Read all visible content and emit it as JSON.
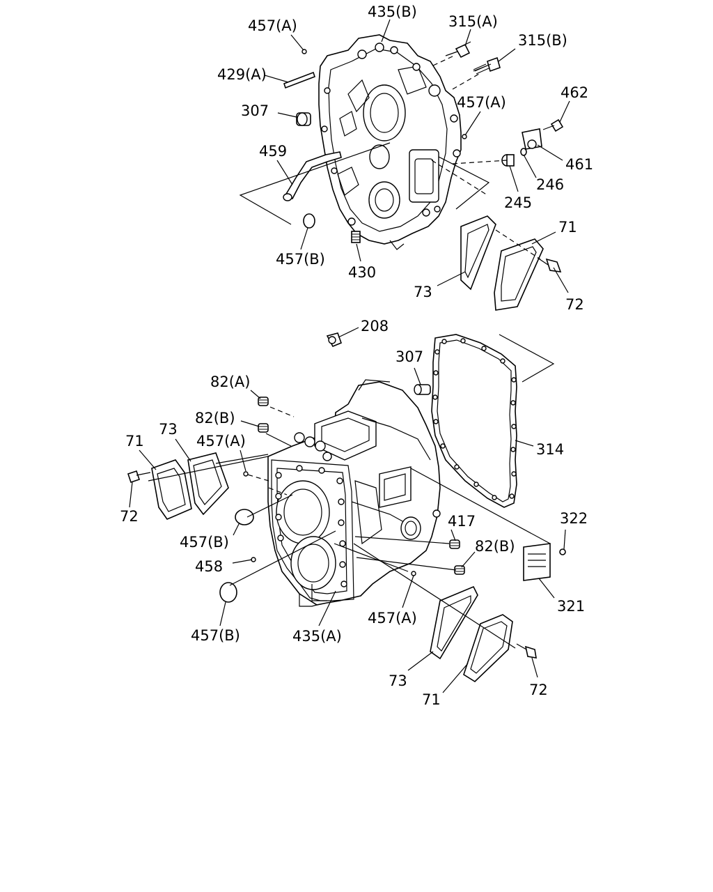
{
  "diagram": {
    "labels": {
      "l_457A_1": "457(A)",
      "l_435B": "435(B)",
      "l_315A": "315(A)",
      "l_315B": "315(B)",
      "l_429A": "429(A)",
      "l_307_1": "307",
      "l_457A_2": "457(A)",
      "l_462": "462",
      "l_461": "461",
      "l_459": "459",
      "l_246": "246",
      "l_245": "245",
      "l_71_1": "71",
      "l_457B_1": "457(B)",
      "l_430": "430",
      "l_73_1": "73",
      "l_72_1": "72",
      "l_208": "208",
      "l_307_2": "307",
      "l_82A": "82(A)",
      "l_82B_1": "82(B)",
      "l_71_2": "71",
      "l_73_2": "73",
      "l_457A_3": "457(A)",
      "l_314": "314",
      "l_72_2": "72",
      "l_417": "417",
      "l_322": "322",
      "l_457B_2": "457(B)",
      "l_82B_2": "82(B)",
      "l_458": "458",
      "l_321": "321",
      "l_457A_4": "457(A)",
      "l_457B_3": "457(B)",
      "l_435A": "435(A)",
      "l_73_3": "73",
      "l_72_3": "72",
      "l_71_3": "71"
    }
  }
}
